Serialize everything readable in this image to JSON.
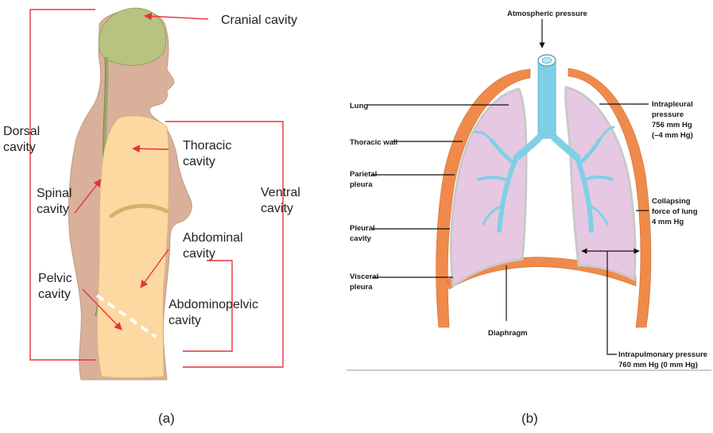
{
  "panel_a": {
    "labels": {
      "cranial": "Cranial cavity",
      "dorsal_1": "Dorsal",
      "dorsal_2": "cavity",
      "thoracic_1": "Thoracic",
      "thoracic_2": "cavity",
      "spinal_1": "Spinal",
      "spinal_2": "cavity",
      "ventral_1": "Ventral",
      "ventral_2": "cavity",
      "abdominal_1": "Abdominal",
      "abdominal_2": "cavity",
      "pelvic_1": "Pelvic",
      "pelvic_2": "cavity",
      "abdominopelvic_1": "Abdominopelvic",
      "abdominopelvic_2": "cavity"
    },
    "caption": "(a)",
    "colors": {
      "skin": "#d9b09a",
      "cranial": "#b6c47f",
      "ventral": "#fbd9a0",
      "bracket": "#e8323c"
    }
  },
  "panel_b": {
    "labels": {
      "atmospheric": "Atmospheric pressure",
      "lung": "Lung",
      "thoracic_wall": "Thoracic wall",
      "parietal_1": "Parietal",
      "parietal_2": "pleura",
      "pleural_1": "Pleural",
      "pleural_2": "cavity",
      "visceral_1": "Visceral",
      "visceral_2": "pleura",
      "diaphragm": "Diaphragm",
      "intrapleural_1": "Intrapleural",
      "intrapleural_2": "pressure",
      "intrapleural_3": "756 mm Hg",
      "intrapleural_4": "(–4 mm Hg)",
      "collapsing_1": "Collapsing",
      "collapsing_2": "force of lung",
      "collapsing_3": "4 mm Hg",
      "intrapulmonary_1": "Intrapulmonary pressure",
      "intrapulmonary_2": "760 mm Hg (0 mm Hg)"
    },
    "caption": "(b)",
    "colors": {
      "thoracic_wall": "#f08a4b",
      "lung": "#e7c8e2",
      "airway": "#7fd0e6",
      "pleura": "#c9c9c9"
    }
  }
}
